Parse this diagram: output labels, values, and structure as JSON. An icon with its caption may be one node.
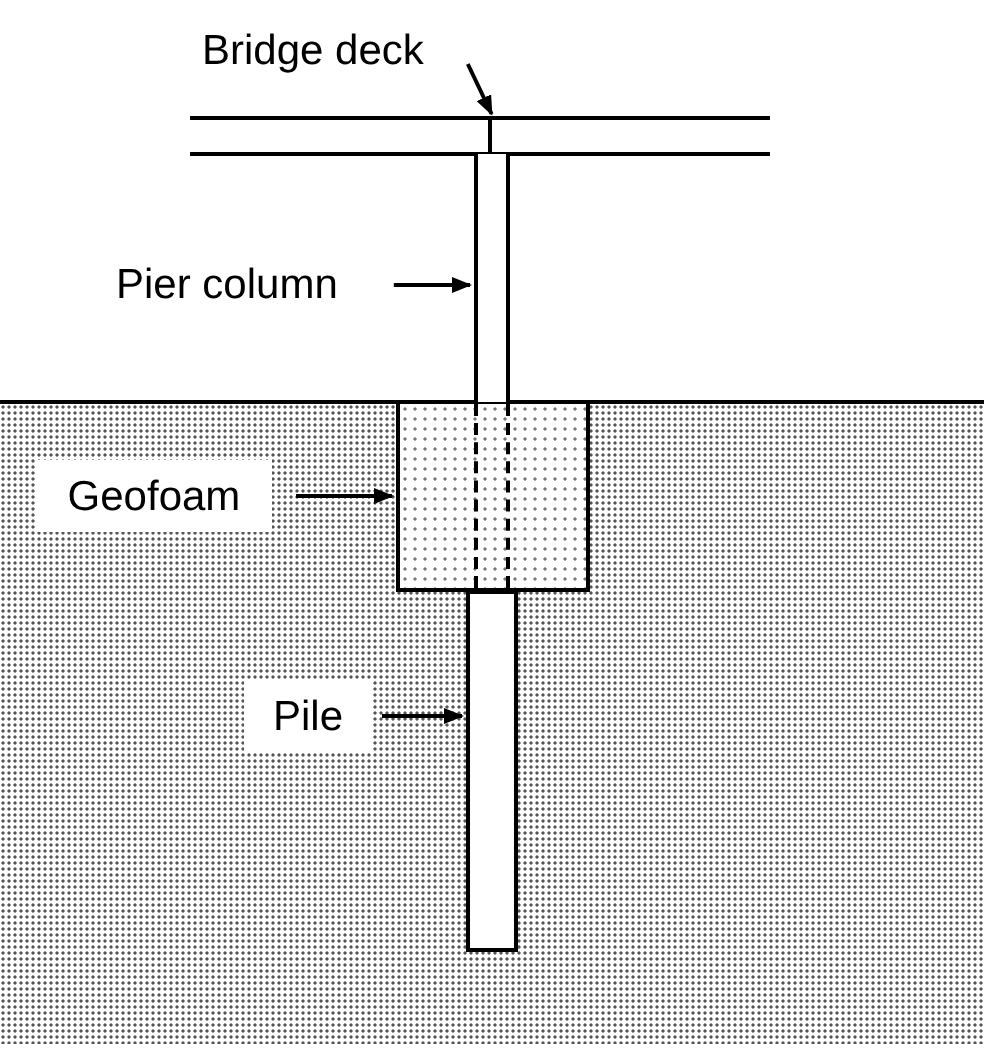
{
  "diagram": {
    "nodes": [
      {
        "text": [
          "Bridge deck"
        ]
      },
      {
        "text": [],
        "shape": "bar"
      },
      {
        "text": [
          "Pier column"
        ]
      },
      {
        "text": [],
        "shape": "bar"
      },
      {
        "text": [
          "Geofoam"
        ]
      },
      {
        "text": [],
        "shape": "box"
      },
      {
        "text": [
          "Pile"
        ]
      },
      {
        "text": [],
        "shape": "box"
      }
    ],
    "edges": [
      {
        "from": 0,
        "to": 1,
        "arrow": "to"
      },
      {
        "from": 2,
        "to": 3,
        "arrow": "to"
      },
      {
        "from": 4,
        "to": 5,
        "arrow": "to"
      },
      {
        "from": 6,
        "to": 7,
        "arrow": "to"
      }
    ]
  }
}
